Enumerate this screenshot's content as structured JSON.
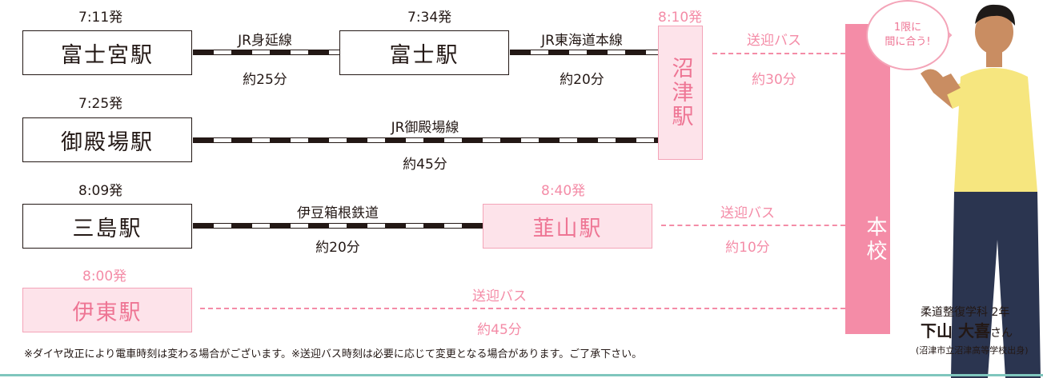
{
  "stations": {
    "fujinomiya": {
      "name": "富士宮駅",
      "time": "7:11発"
    },
    "fuji": {
      "name": "富士駅",
      "time": "7:34発"
    },
    "numazu": {
      "name": "沼津駅",
      "time": "8:10発"
    },
    "gotemba": {
      "name": "御殿場駅",
      "time": "7:25発"
    },
    "mishima": {
      "name": "三島駅",
      "time": "8:09発"
    },
    "nirayama": {
      "name": "韮山駅",
      "time": "8:40発"
    },
    "ito": {
      "name": "伊東駅",
      "time": "8:00発"
    }
  },
  "routes": {
    "minobu": {
      "line": "JR身延線",
      "duration": "約25分"
    },
    "tokaido": {
      "line": "JR東海道本線",
      "duration": "約20分"
    },
    "numazu_bus": {
      "line": "送迎バス",
      "duration": "約30分"
    },
    "gotemba_line": {
      "line": "JR御殿場線",
      "duration": "約45分"
    },
    "izuhakone": {
      "line": "伊豆箱根鉄道",
      "duration": "約20分"
    },
    "nirayama_bus": {
      "line": "送迎バス",
      "duration": "約10分"
    },
    "ito_bus": {
      "line": "送迎バス",
      "duration": "約45分"
    }
  },
  "school": "本校",
  "note": "※ダイヤ改正により電車時刻は変わる場合がございます。※送迎バス時刻は必要に応じて変更となる場合があります。ご了承下さい。",
  "bubble": {
    "line1": "1限に",
    "line2": "間に合う!"
  },
  "student": {
    "department": "柔道整復学科 2年",
    "name": "下山 大喜",
    "suffix": "さん",
    "school": "(沼津市立沼津高等学校出身)"
  },
  "colors": {
    "accent": "#f48ca7",
    "accent_fill": "#fde3ea",
    "ink": "#231815",
    "footer_line": "#7fc6bd"
  }
}
